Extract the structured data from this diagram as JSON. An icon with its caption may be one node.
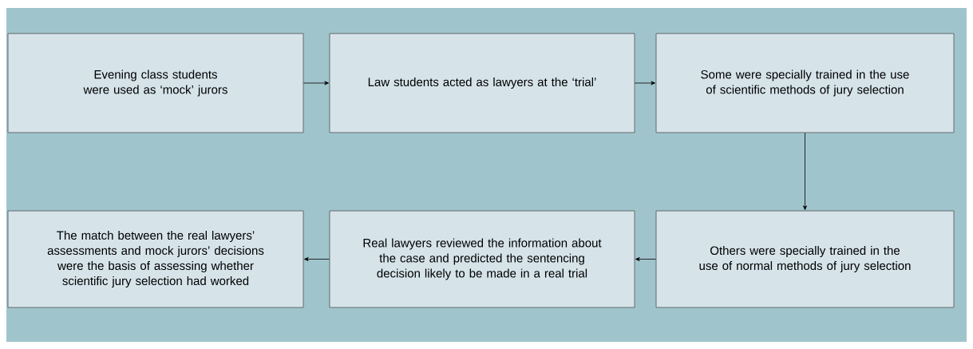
{
  "diagram": {
    "nodes": [
      {
        "text": [
          "Evening class students were used as ‘mock’ jurors"
        ]
      },
      {
        "text": [
          "Law students acted as lawyers at the ‘trial’"
        ]
      },
      {
        "text": [
          "Some were specially trained in the use of scientific methods of jury selection"
        ]
      },
      {
        "text": [
          "The match between the real lawyers’ assessments and mock jurors’ decisions were the basis of assessing whether scientific jury selection had worked"
        ]
      },
      {
        "text": [
          "Real lawyers reviewed the information about the case and predicted the sentencing decision likely to be made in a real trial"
        ]
      },
      {
        "text": [
          "Others were specially trained in the use of normal methods of jury selection"
        ]
      }
    ],
    "edges": [
      {
        "from": 0,
        "to": 1,
        "arrow": "to"
      },
      {
        "from": 1,
        "to": 2,
        "arrow": "to"
      },
      {
        "from": 2,
        "to": 5,
        "arrow": "to"
      },
      {
        "from": 5,
        "to": 4,
        "arrow": "to"
      },
      {
        "from": 4,
        "to": 3,
        "arrow": "to"
      }
    ]
  }
}
